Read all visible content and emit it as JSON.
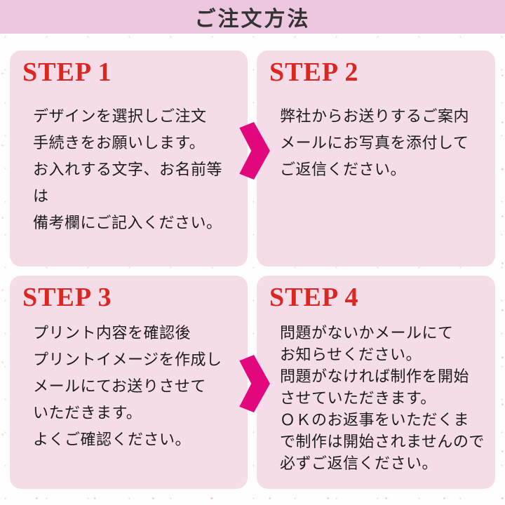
{
  "page": {
    "title": "ご注文方法"
  },
  "steps": [
    {
      "label": "STEP 1",
      "lines": [
        "デザインを選択しご注文",
        "手続きをお願いします。",
        "お入れする文字、お名前等は",
        "備考欄にご記入ください。"
      ]
    },
    {
      "label": "STEP 2",
      "lines": [
        "弊社からお送りするご案内",
        "メールにお写真を添付して",
        "ご返信ください。"
      ]
    },
    {
      "label": "STEP 3",
      "lines": [
        "プリント内容を確認後",
        "プリントイメージを作成し",
        "メールにてお送りさせて",
        "いただきます。",
        "よくご確認ください。"
      ]
    },
    {
      "label": "STEP 4",
      "lines": [
        "問題がないかメールにて",
        "お知らせください。",
        "問題がなければ制作を開始",
        "させていただきます。",
        "ＯＫのお返事をいただくま",
        "で制作は開始されませんので",
        "必ずご返信ください。"
      ]
    }
  ],
  "icons": {
    "step_arrow": "chevron-right"
  },
  "colors": {
    "header_bg": "#ECC7DE",
    "card_bg": "#F5DCE9",
    "step_label": "#DC2721",
    "arrow": "#E3077E",
    "title_text": "#333333",
    "body_text": "#1C1C1C",
    "page_bg": "#FFFDFD"
  }
}
